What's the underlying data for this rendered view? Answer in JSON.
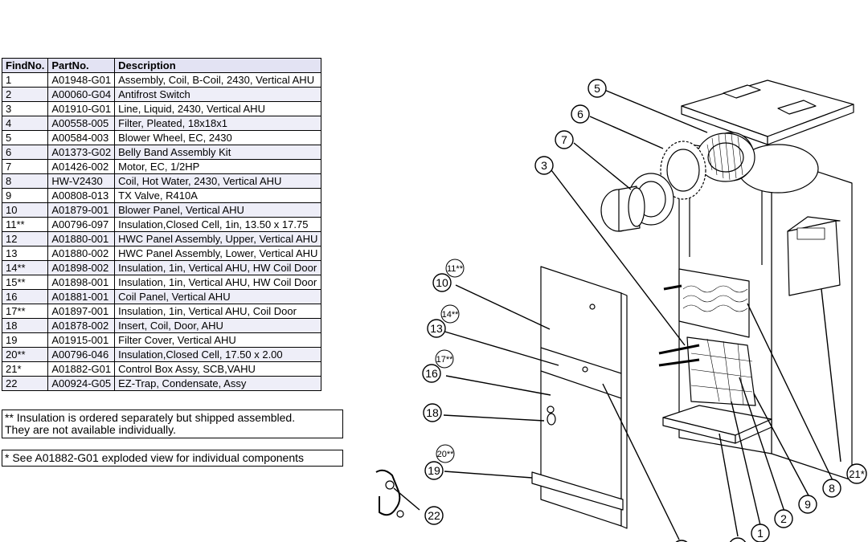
{
  "table": {
    "headers": [
      "FindNo.",
      "PartNo.",
      "Description"
    ],
    "rows": [
      [
        "1",
        "A01948-G01",
        "Assembly, Coil, B-Coil, 2430, Vertical AHU"
      ],
      [
        "2",
        "A00060-G04",
        "Antifrost Switch"
      ],
      [
        "3",
        "A01910-G01",
        "Line, Liquid, 2430, Vertical AHU"
      ],
      [
        "4",
        "A00558-005",
        "Filter, Pleated, 18x18x1"
      ],
      [
        "5",
        "A00584-003",
        "Blower Wheel, EC, 2430"
      ],
      [
        "6",
        "A01373-G02",
        "Belly Band Assembly Kit"
      ],
      [
        "7",
        "A01426-002",
        "Motor, EC, 1/2HP"
      ],
      [
        "8",
        "HW-V2430",
        "Coil, Hot Water, 2430, Vertical AHU"
      ],
      [
        "9",
        "A00808-013",
        "TX Valve, R410A"
      ],
      [
        "10",
        "A01879-001",
        "Blower Panel, Vertical AHU"
      ],
      [
        "11**",
        "A00796-097",
        "Insulation,Closed Cell, 1in, 13.50 x 17.75"
      ],
      [
        "12",
        "A01880-001",
        "HWC Panel Assembly, Upper, Vertical AHU"
      ],
      [
        "13",
        "A01880-002",
        "HWC Panel Assembly, Lower, Vertical AHU"
      ],
      [
        "14**",
        "A01898-002",
        "Insulation, 1in, Vertical AHU, HW Coil Door"
      ],
      [
        "15**",
        "A01898-001",
        "Insulation, 1in, Vertical AHU, HW Coil Door"
      ],
      [
        "16",
        "A01881-001",
        "Coil Panel, Vertical AHU"
      ],
      [
        "17**",
        "A01897-001",
        "Insulation, 1in, Vertical AHU, Coil Door"
      ],
      [
        "18",
        "A01878-002",
        "Insert, Coil, Door, AHU"
      ],
      [
        "19",
        "A01915-001",
        "Filter Cover, Vertical AHU"
      ],
      [
        "20**",
        "A00796-046",
        "Insulation,Closed Cell, 17.50 x 2.00"
      ],
      [
        "21*",
        "A01882-G01",
        "Control Box Assy, SCB,VAHU"
      ],
      [
        "22",
        "A00924-G05",
        "EZ-Trap, Condensate, Assy"
      ]
    ]
  },
  "notes": {
    "insulation_line1": "** Insulation is ordered separately but shipped assembled.",
    "insulation_line2": "They are not available individually.",
    "control_box": "* See A01882-G01 exploded view for individual components"
  },
  "callouts": [
    "5",
    "6",
    "7",
    "3",
    "11**",
    "10",
    "14**",
    "13",
    "17**",
    "16",
    "18",
    "20**",
    "19",
    "22",
    "21*",
    "8",
    "9",
    "2",
    "1"
  ]
}
